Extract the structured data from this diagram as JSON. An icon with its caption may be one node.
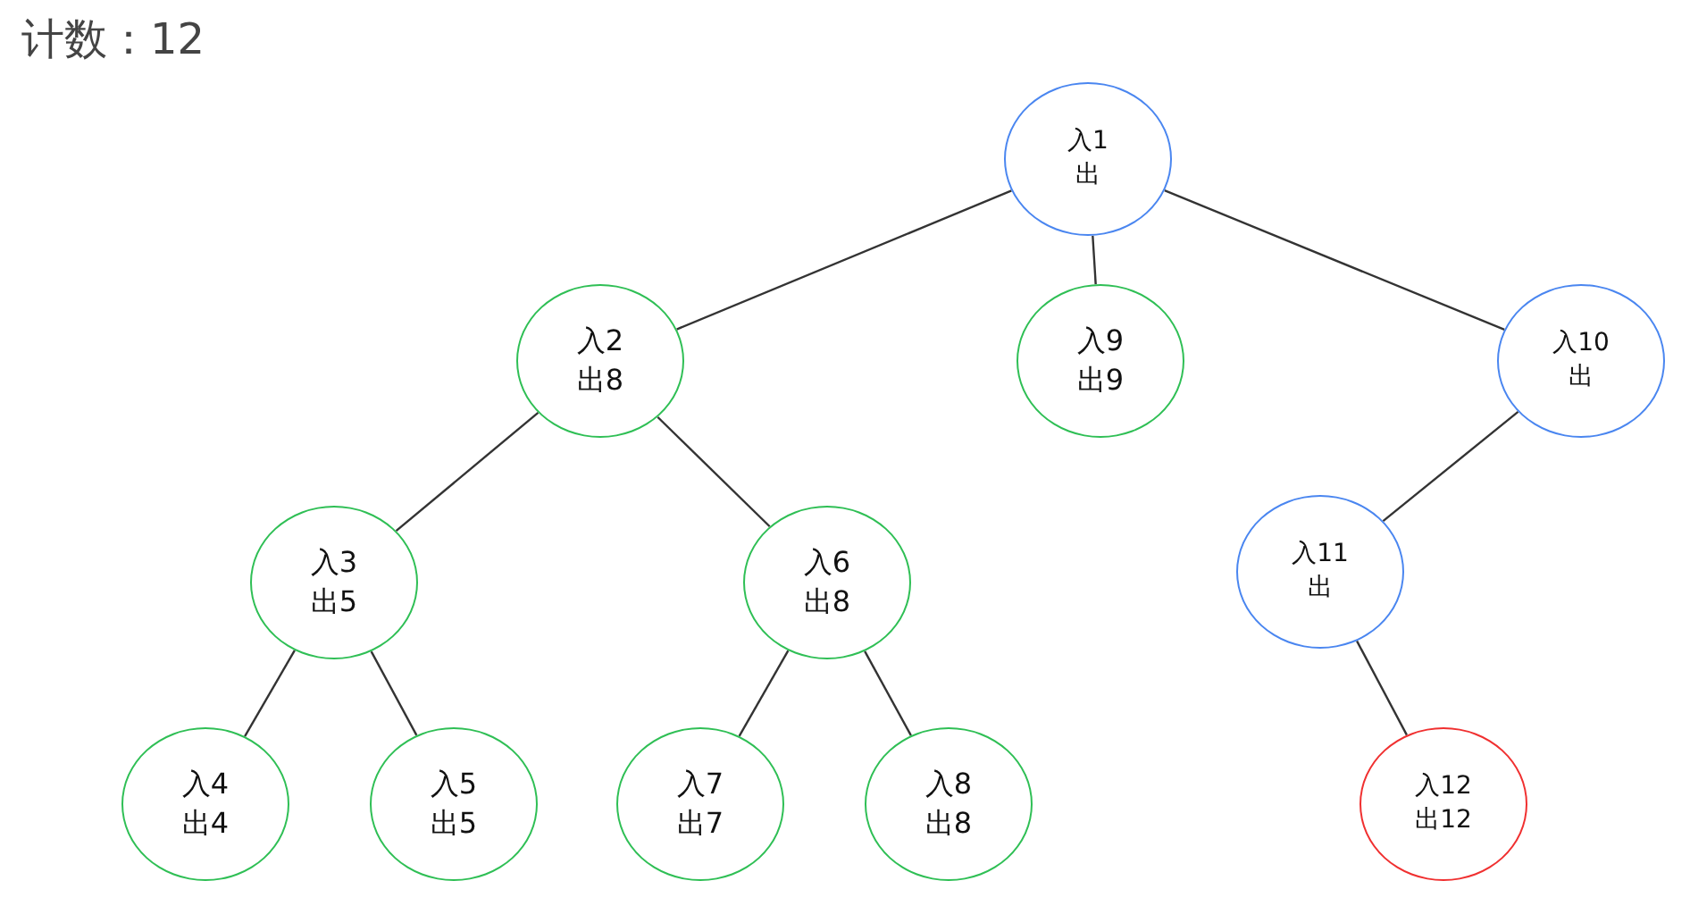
{
  "diagram": {
    "title": "计数：12",
    "nodes": [
      {
        "text": [
          "入1",
          "出"
        ]
      },
      {
        "text": [
          "入2",
          "出8"
        ]
      },
      {
        "text": [
          "入9",
          "出9"
        ]
      },
      {
        "text": [
          "入10",
          "出"
        ]
      },
      {
        "text": [
          "入3",
          "出5"
        ]
      },
      {
        "text": [
          "入6",
          "出8"
        ]
      },
      {
        "text": [
          "入11",
          "出"
        ]
      },
      {
        "text": [
          "入4",
          "出4"
        ]
      },
      {
        "text": [
          "入5",
          "出5"
        ]
      },
      {
        "text": [
          "入7",
          "出7"
        ]
      },
      {
        "text": [
          "入8",
          "出8"
        ]
      },
      {
        "text": [
          "入12",
          "出12"
        ]
      }
    ],
    "edges": [
      {
        "from": 0,
        "to": 1,
        "arrow": "none"
      },
      {
        "from": 0,
        "to": 2,
        "arrow": "none"
      },
      {
        "from": 0,
        "to": 3,
        "arrow": "none"
      },
      {
        "from": 1,
        "to": 4,
        "arrow": "none"
      },
      {
        "from": 1,
        "to": 5,
        "arrow": "none"
      },
      {
        "from": 3,
        "to": 6,
        "arrow": "none"
      },
      {
        "from": 4,
        "to": 7,
        "arrow": "none"
      },
      {
        "from": 4,
        "to": 8,
        "arrow": "none"
      },
      {
        "from": 5,
        "to": 9,
        "arrow": "none"
      },
      {
        "from": 5,
        "to": 10,
        "arrow": "none"
      },
      {
        "from": 6,
        "to": 11,
        "arrow": "none"
      }
    ]
  }
}
